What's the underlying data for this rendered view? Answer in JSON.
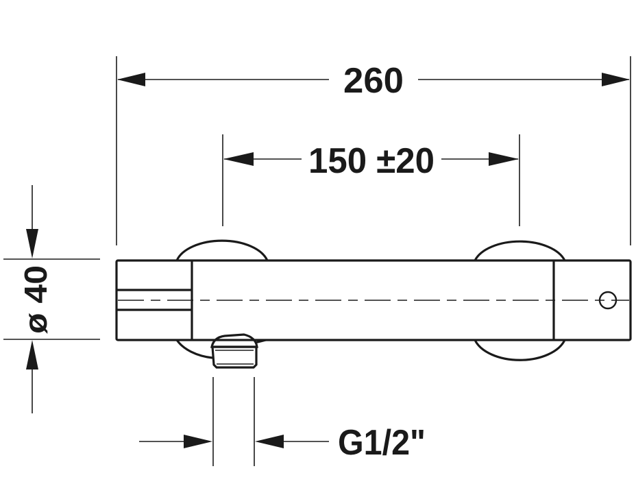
{
  "drawing": {
    "subject": "Thermostatic shower mixer, dimensional front view",
    "colors": {
      "ink": "#1a1a1a",
      "background": "#ffffff"
    },
    "dimensions": {
      "overall_length": {
        "label": "260"
      },
      "connection_spacing": {
        "label": "150 ±20"
      },
      "body_diameter": {
        "label": "ø 40"
      },
      "outlet_thread": {
        "label": "G1/2\""
      }
    }
  }
}
